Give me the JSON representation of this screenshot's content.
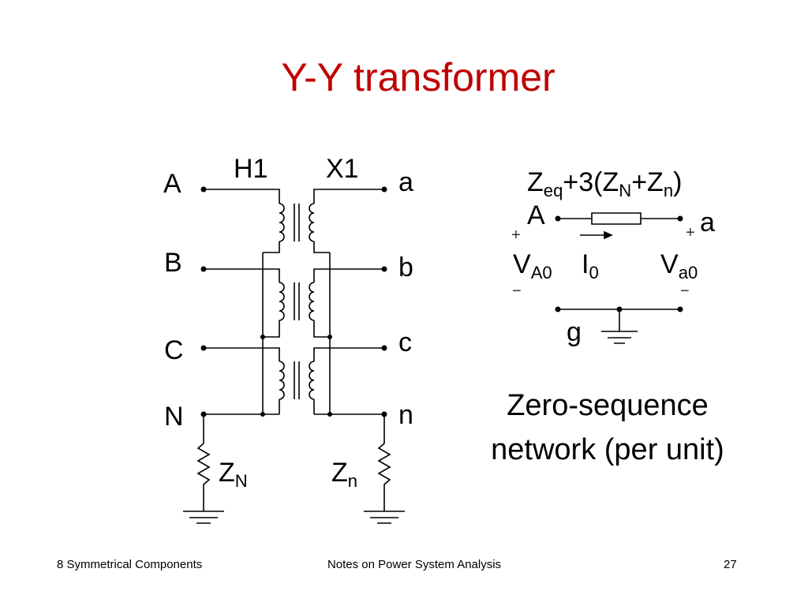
{
  "slide": {
    "title": "Y-Y transformer",
    "title_color": "#C00000"
  },
  "transformer_diagram": {
    "winding_labels": {
      "primary": "H1",
      "secondary": "X1"
    },
    "primary_terminals": [
      "A",
      "B",
      "C",
      "N"
    ],
    "secondary_terminals": [
      "a",
      "b",
      "c",
      "n"
    ],
    "primary_neutral_impedance": {
      "symbol": "Z",
      "subscript": "N"
    },
    "secondary_neutral_impedance": {
      "symbol": "Z",
      "subscript": "n"
    }
  },
  "zero_sequence_network": {
    "series_impedance": {
      "t1": "Z",
      "s1": "eq",
      "t2": "+3(Z",
      "s2": "N",
      "t3": "+Z",
      "s3": "n",
      "t4": ")"
    },
    "left_node": "A",
    "right_node": "a",
    "plus_sign": "+",
    "minus_sign": "−",
    "left_voltage": {
      "symbol": "V",
      "subscript": "A0"
    },
    "current": {
      "symbol": "I",
      "subscript": "0"
    },
    "right_voltage": {
      "symbol": "V",
      "subscript": "a0"
    },
    "reference_node": "g",
    "caption": [
      "Zero-sequence",
      "network (per unit)"
    ]
  },
  "footer": {
    "section": "8 Symmetrical Components",
    "course": "Notes on Power System Analysis",
    "page_number": "27"
  }
}
